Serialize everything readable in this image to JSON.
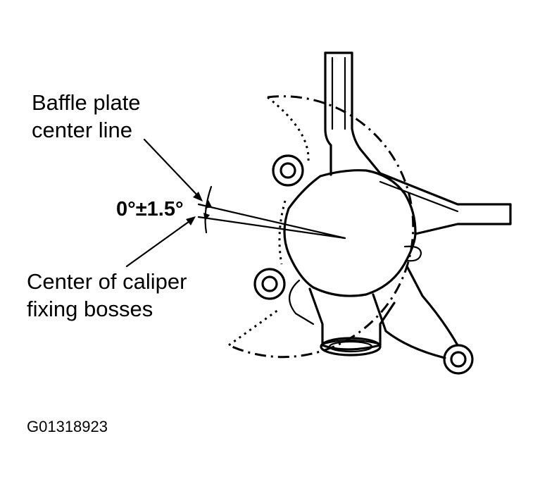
{
  "labels": {
    "baffle_line1": "Baffle plate",
    "baffle_line2": "center line",
    "angle": "0°±1.5°",
    "caliper_line1": "Center of caliper",
    "caliper_line2": "fixing bosses",
    "figure_code": "G01318923"
  },
  "colors": {
    "ink": "#000000",
    "paper": "#ffffff"
  }
}
